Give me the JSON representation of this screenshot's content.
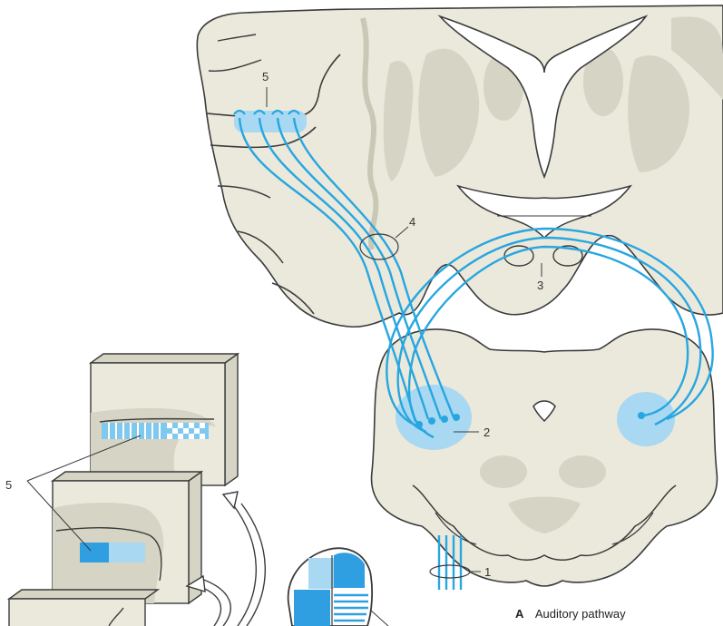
{
  "labels": {
    "one": "1",
    "two": "2",
    "three": "3",
    "four": "4",
    "five_top": "5",
    "five_left": "5"
  },
  "caption": {
    "letter": "A",
    "title": "Auditory pathway"
  },
  "colors": {
    "tissue": "#ebe9dc",
    "grey_matter": "#d6d4c4",
    "outline": "#3b3b3b",
    "fiber": "#27a6e0",
    "nucleus": "#a9d8f2",
    "cortex_band": "#7fc9ef",
    "dark_band": "#2f9fe2"
  }
}
